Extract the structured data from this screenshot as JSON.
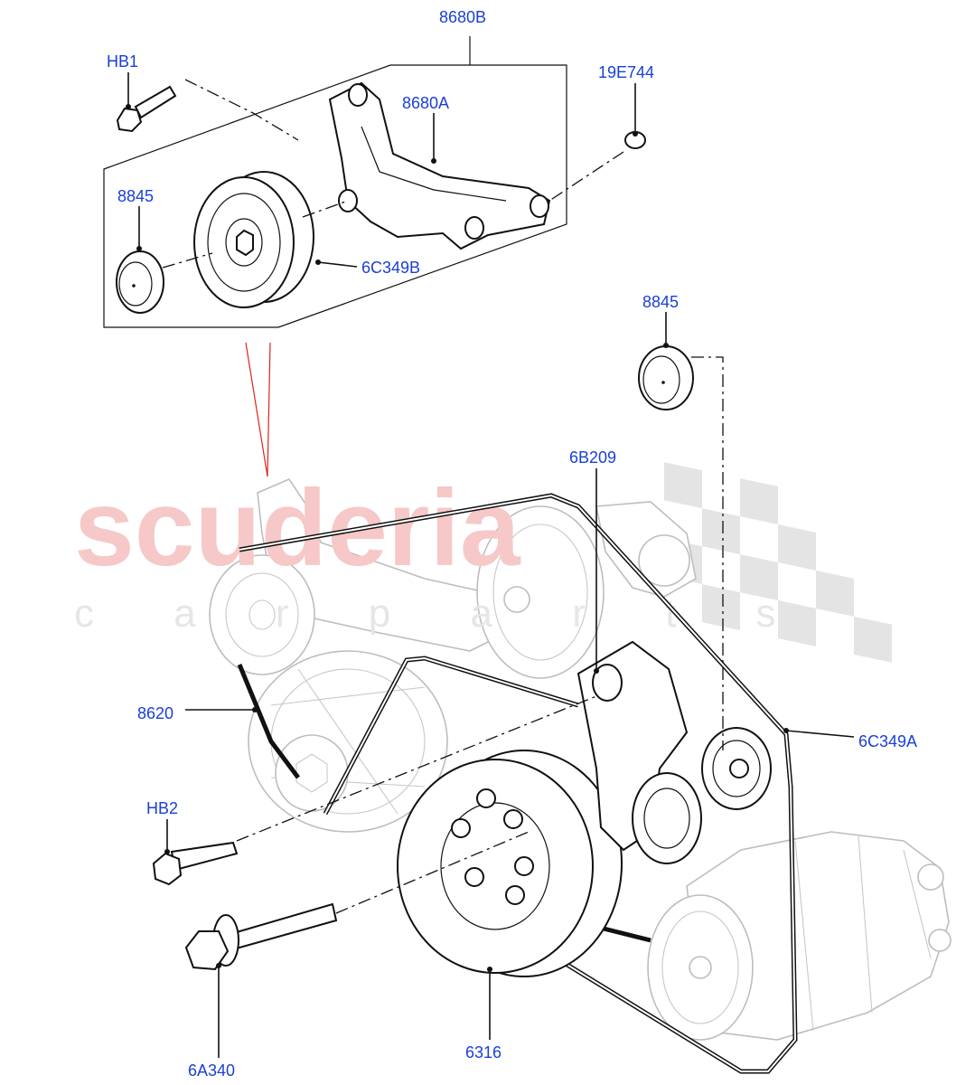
{
  "watermark": {
    "main": "scuderia",
    "sub": "c a r   p a r t s"
  },
  "callouts": [
    {
      "id": "8680B",
      "label": "8680B"
    },
    {
      "id": "HB1",
      "label": "HB1"
    },
    {
      "id": "19E744",
      "label": "19E744"
    },
    {
      "id": "8680A",
      "label": "8680A"
    },
    {
      "id": "8845a",
      "label": "8845"
    },
    {
      "id": "6C349B",
      "label": "6C349B"
    },
    {
      "id": "8845b",
      "label": "8845"
    },
    {
      "id": "6B209",
      "label": "6B209"
    },
    {
      "id": "8620",
      "label": "8620"
    },
    {
      "id": "6C349A",
      "label": "6C349A"
    },
    {
      "id": "HB2",
      "label": "HB2"
    },
    {
      "id": "6A340",
      "label": "6A340"
    },
    {
      "id": "6316",
      "label": "6316"
    }
  ],
  "colors": {
    "callout": "#1a3fd6",
    "watermark": "#f6c8c8",
    "line": "#111111",
    "ghost": "#bdbdbd",
    "pointer": "#e02020"
  }
}
